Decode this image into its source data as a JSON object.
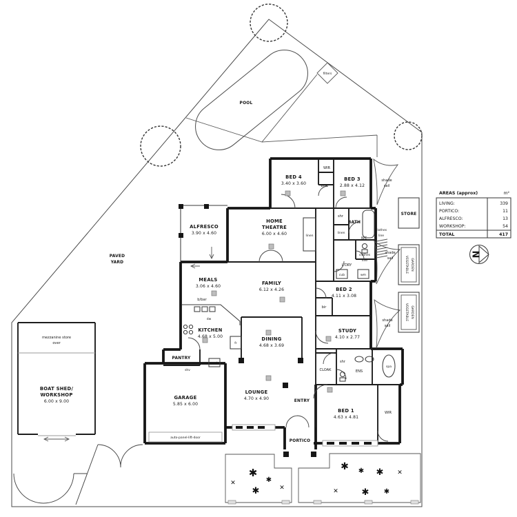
{
  "colors": {
    "ink": "#161616",
    "wall": "#1d1d1d",
    "muted": "#999999",
    "fan_fill": "#bdbdbd"
  },
  "site": {
    "pool": "POOL",
    "paved1": "PAVED",
    "paved2": "YARD",
    "filters": "filters",
    "store": "STORE",
    "veg1": "VEGETABLE",
    "veg2": "GARDEN",
    "shade1": "shade",
    "shade2": "sail",
    "clothes1": "clothes",
    "clothes2": "line"
  },
  "rooms": {
    "bed4": {
      "name": "BED 4",
      "dims": "3.40 x 3.60"
    },
    "bed3": {
      "name": "BED 3",
      "dims": "2.88 x 4.12"
    },
    "home_theatre": {
      "l1": "HOME",
      "l2": "THEATRE",
      "dims": "6.00 x 4.60"
    },
    "alfresco": {
      "name": "ALFRESCO",
      "dims": "3.90 x 4.60"
    },
    "meals": {
      "name": "MEALS",
      "dims": "3.06 x 4.60"
    },
    "family": {
      "name": "FAMILY",
      "dims": "6.12 x 4.26"
    },
    "kitchen": {
      "name": "KITCHEN",
      "dims": "4.68 x 5.00"
    },
    "dining": {
      "name": "DINING",
      "dims": "4.68 x 3.69"
    },
    "lounge": {
      "name": "LOUNGE",
      "dims": "4.70 x 4.90"
    },
    "garage": {
      "name": "GARAGE",
      "dims": "5.85 x 6.00"
    },
    "bed2": {
      "name": "BED 2",
      "dims": "4.11 x 3.08"
    },
    "study": {
      "name": "STUDY",
      "dims": "4.10 x 2.77"
    },
    "bed1": {
      "name": "BED 1",
      "dims": "4.63 x 4.81"
    },
    "boat_shed": {
      "l1": "BOAT SHED/",
      "l2": "WORKSHOP",
      "dims": "6.00 x 9.00",
      "note1": "mezzanine store",
      "note2": "over"
    }
  },
  "fixtures": {
    "wir": "WIR",
    "linen": "linen",
    "shr": "shr",
    "bath": "BATH",
    "wc": "WC",
    "ldry": "L'DRY",
    "cub": "cub",
    "wm": "wm",
    "dw": "dw",
    "fr": "fr",
    "bbar": "b/bar",
    "shv": "shv",
    "bir": "bir",
    "spa": "spa",
    "pantry": "PANTRY",
    "entry": "ENTRY",
    "portico": "PORTICO",
    "cloak": "CLOAK",
    "ens": "ENS",
    "auto_door": "auto-panel-lift-door"
  },
  "icons": {
    "plant_star": "✱",
    "plant_cross": "✕"
  },
  "areas_table": {
    "title": "AREAS (approx)",
    "unit": "m²",
    "rows": [
      {
        "label": "LIVING:",
        "value": "339"
      },
      {
        "label": "PORTICO:",
        "value": "11"
      },
      {
        "label": "ALFRESCO:",
        "value": "13"
      },
      {
        "label": "WORKSHOP:",
        "value": "54"
      }
    ],
    "total_label": "TOTAL",
    "total_value": "417",
    "north": "N"
  }
}
